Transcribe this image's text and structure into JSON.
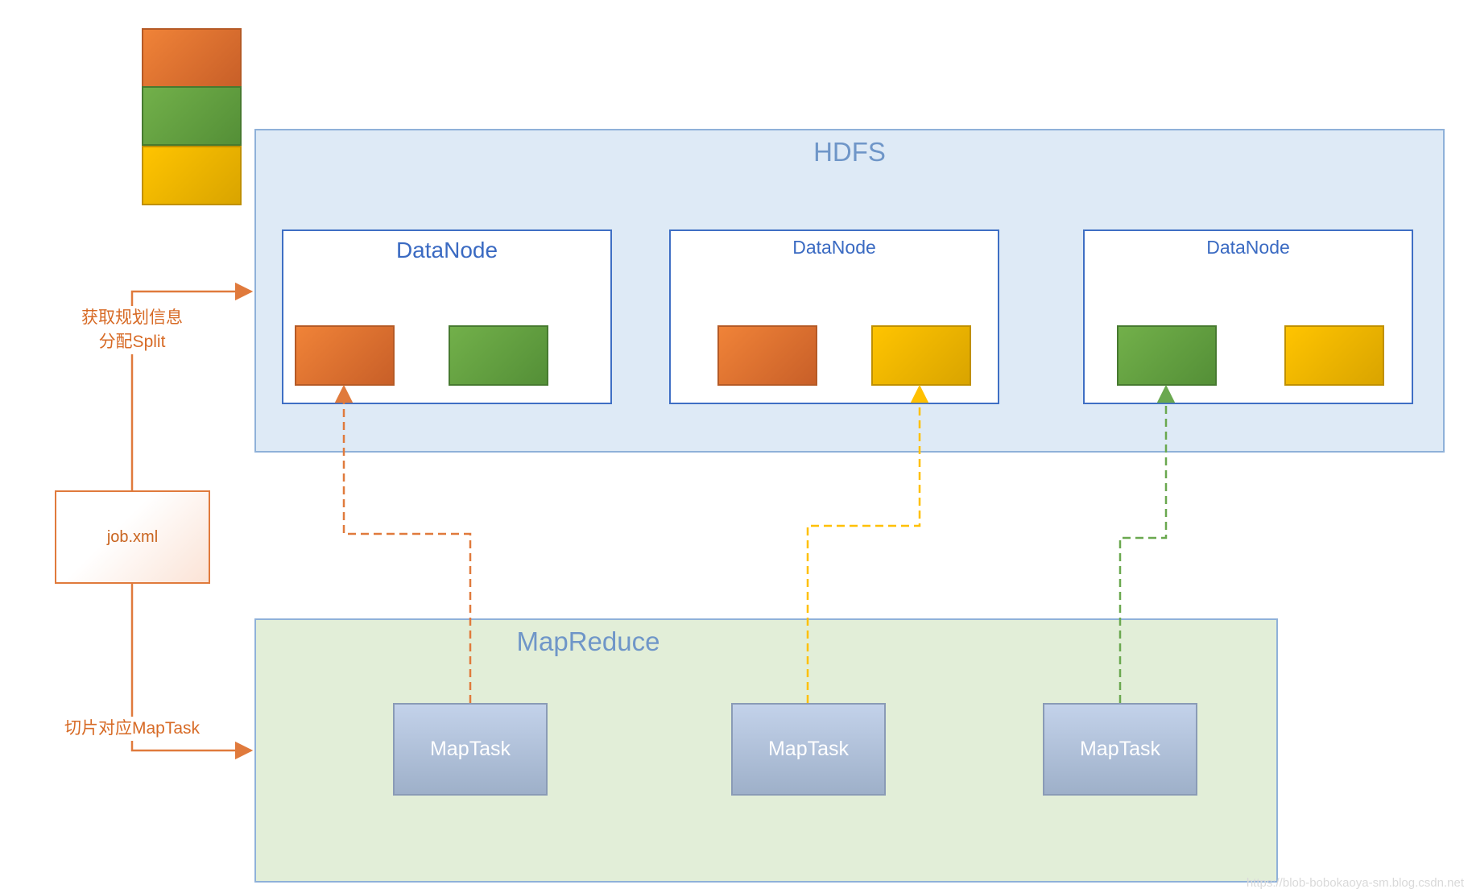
{
  "hdfs": {
    "title": "HDFS",
    "datanodes": [
      {
        "title": "DataNode",
        "blocks": [
          "orange",
          "green"
        ]
      },
      {
        "title": "DataNode",
        "blocks": [
          "orange",
          "yellow"
        ]
      },
      {
        "title": "DataNode",
        "blocks": [
          "green",
          "yellow"
        ]
      }
    ]
  },
  "mapreduce": {
    "title": "MapReduce",
    "tasks": [
      "MapTask",
      "MapTask",
      "MapTask"
    ]
  },
  "job": {
    "label": "job.xml",
    "arrow_up_label_line1": "获取规划信息",
    "arrow_up_label_line2": "分配Split",
    "arrow_down_label": "切片对应MapTask"
  },
  "legend_stack": [
    "orange",
    "green",
    "yellow"
  ],
  "colors": {
    "orange": "#e07a3c",
    "green": "#6aa84f",
    "yellow": "#ffc000",
    "hdfs_bg": "#deeaf6",
    "mapreduce_bg": "#e2eed8",
    "title_blue": "#6f96c8"
  },
  "watermark": "https://blob-bobokaoya-sm.blog.csdn.net"
}
